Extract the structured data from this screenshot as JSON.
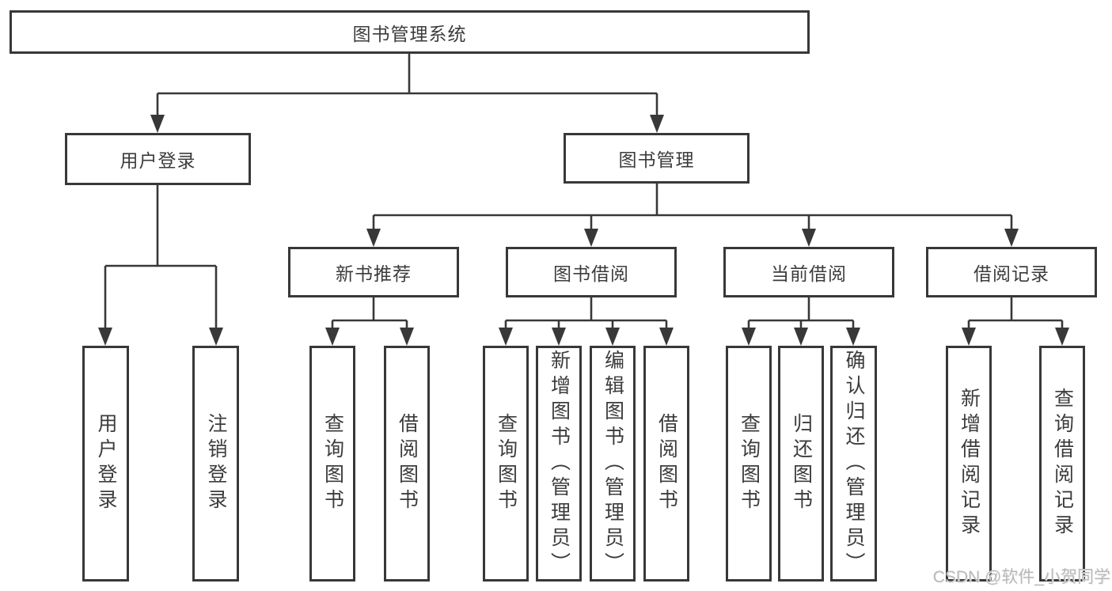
{
  "title": "图书管理系统",
  "watermark": "CSDN @软件_小贺同学",
  "colors": {
    "line": "#383838",
    "text": "#3c3c3c",
    "box_background": "#ffffff",
    "watermark": "#b9b9b9"
  },
  "tree": {
    "root": {
      "label": "图书管理系统"
    },
    "branches": [
      {
        "label": "用户登录",
        "children": [
          {
            "label": "用户登录"
          },
          {
            "label": "注销登录"
          }
        ]
      },
      {
        "label": "图书管理",
        "children": [
          {
            "label": "新书推荐",
            "children": [
              {
                "label": "查询图书"
              },
              {
                "label": "借阅图书"
              }
            ]
          },
          {
            "label": "图书借阅",
            "children": [
              {
                "label": "查询图书"
              },
              {
                "label": "新增图书（管理员）"
              },
              {
                "label": "编辑图书（管理员）"
              },
              {
                "label": "借阅图书"
              }
            ]
          },
          {
            "label": "当前借阅",
            "children": [
              {
                "label": "查询图书"
              },
              {
                "label": "归还图书"
              },
              {
                "label": "确认归还（管理员）"
              }
            ]
          },
          {
            "label": "借阅记录",
            "children": [
              {
                "label": "新增借阅记录"
              },
              {
                "label": "查询借阅记录"
              }
            ]
          }
        ]
      }
    ]
  }
}
